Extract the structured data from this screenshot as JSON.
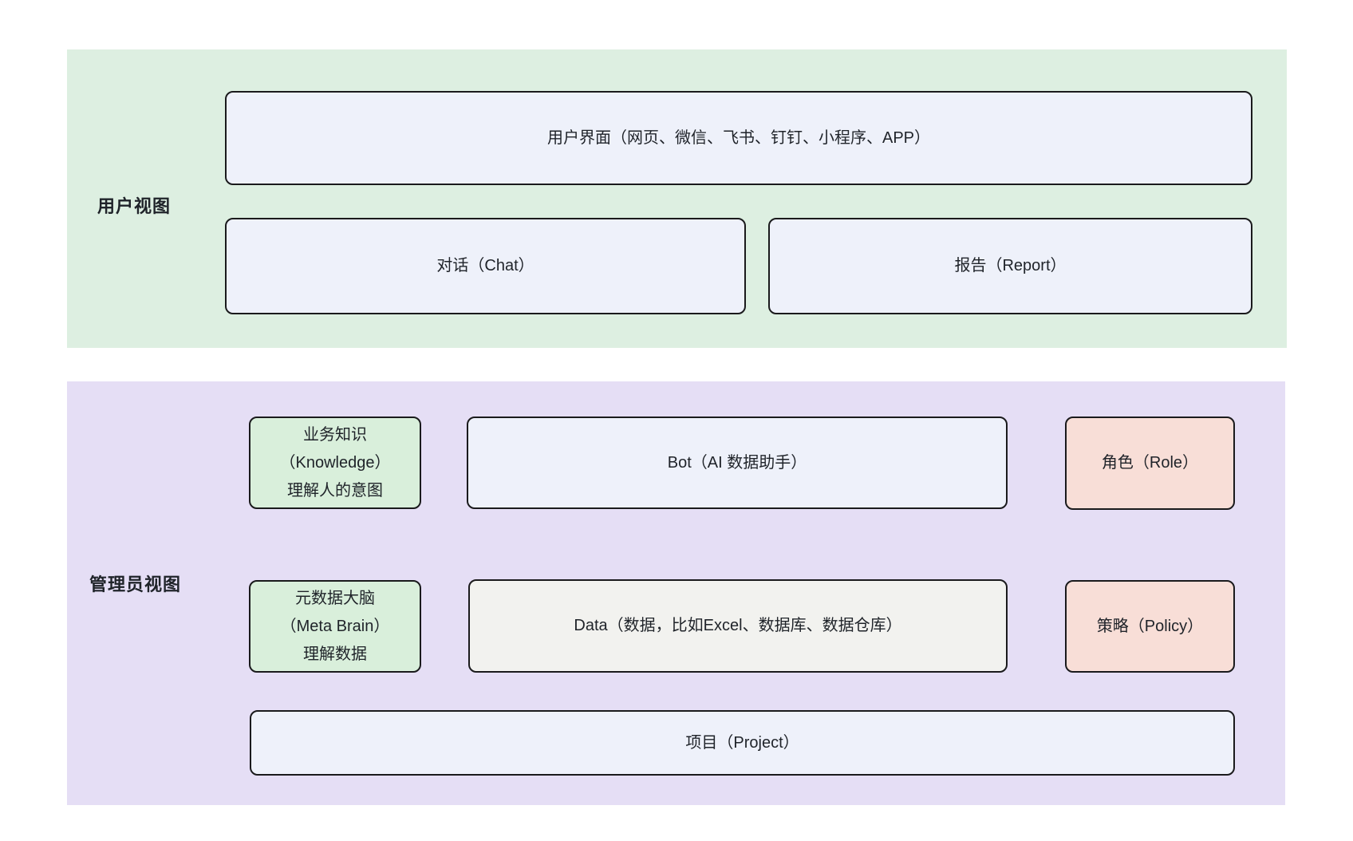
{
  "sections": {
    "user": {
      "label": "用户视图",
      "boxes": {
        "ui": "用户界面（网页、微信、飞书、钉钉、小程序、APP）",
        "chat": "对话（Chat）",
        "report": "报告（Report）"
      }
    },
    "admin": {
      "label": "管理员视图",
      "boxes": {
        "knowledge": "业务知识\n（Knowledge）\n理解人的意图",
        "bot": "Bot（AI 数据助手）",
        "role": "角色（Role）",
        "meta_brain": "元数据大脑\n（Meta Brain）\n理解数据",
        "data": "Data（数据，比如Excel、数据库、数据仓库）",
        "policy": "策略（Policy）",
        "project": "项目（Project）"
      }
    }
  },
  "colors": {
    "band_user_bg": "#ddefe1",
    "band_admin_bg": "#e5def5",
    "box_blue": "#eef1fa",
    "box_green": "#d9efdb",
    "box_pink": "#f8ded7",
    "box_gray": "#f2f2ef",
    "border": "#1a1a1c",
    "text": "#1f2329"
  }
}
